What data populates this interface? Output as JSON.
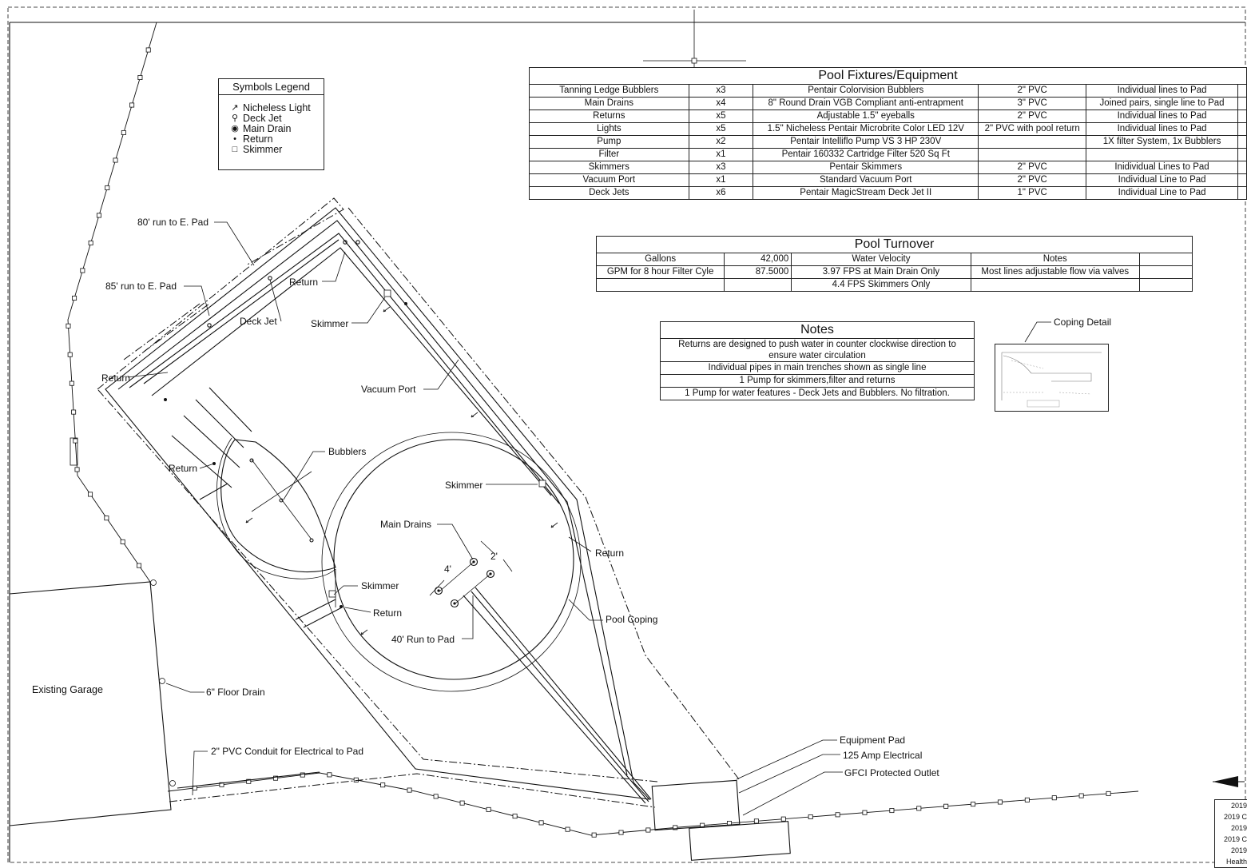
{
  "legend": {
    "title": "Symbols Legend",
    "items": [
      {
        "icon": "nicheless-light-icon",
        "label": "Nicheless Light"
      },
      {
        "icon": "deck-jet-icon",
        "label": "Deck Jet"
      },
      {
        "icon": "main-drain-icon",
        "label": "Main Drain"
      },
      {
        "icon": "return-icon",
        "label": "Return"
      },
      {
        "icon": "skimmer-icon",
        "label": "Skimmer"
      }
    ]
  },
  "fixtures": {
    "title": "Pool Fixtures/Equipment",
    "rows": [
      [
        "Tanning Ledge Bubblers",
        "x3",
        "Pentair Colorvision Bubblers",
        "2\" PVC",
        "Individual lines to Pad"
      ],
      [
        "Main Drains",
        "x4",
        "8\" Round Drain VGB Compliant anti-entrapment",
        "3\" PVC",
        "Joined pairs, single line to Pad"
      ],
      [
        "Returns",
        "x5",
        "Adjustable 1.5\" eyeballs",
        "2\" PVC",
        "Individual lines to Pad"
      ],
      [
        "Lights",
        "x5",
        "1.5\" Nicheless Pentair Microbrite Color LED 12V",
        "2\" PVC with pool return",
        "Individual lines to Pad"
      ],
      [
        "Pump",
        "x2",
        "Pentair Intelliflo Pump VS 3 HP 230V",
        "",
        "1X filter System, 1x Bubblers"
      ],
      [
        "Filter",
        "x1",
        "Pentair 160332 Cartridge Filter 520 Sq Ft",
        "",
        ""
      ],
      [
        "Skimmers",
        "x3",
        "Pentair Skimmers",
        "2\" PVC",
        "Inidividual Lines to Pad"
      ],
      [
        "Vacuum Port",
        "x1",
        "Standard Vacuum Port",
        "2\" PVC",
        "Individual Line to Pad"
      ],
      [
        "Deck Jets",
        "x6",
        "Pentair MagicStream Deck Jet II",
        "1\" PVC",
        "Individual Line to Pad"
      ]
    ]
  },
  "turnover": {
    "title": "Pool Turnover",
    "rows": [
      [
        "Gallons",
        "42,000",
        "Water Velocity",
        "Notes",
        ""
      ],
      [
        "GPM for 8 hour Filter Cyle",
        "87.5000",
        "3.97 FPS at Main Drain Only",
        "Most lines adjustable flow via valves",
        ""
      ],
      [
        "",
        "",
        "4.4 FPS Skimmers Only",
        "",
        ""
      ]
    ]
  },
  "notes": {
    "title": "Notes",
    "rows": [
      "Returns are designed to push water in counter clockwise direction to ensure water circulation",
      "Individual pipes in main trenches shown as single line",
      "1 Pump for skimmers,filter and returns",
      "1 Pump for water features - Deck Jets and Bubblers. No filtration."
    ]
  },
  "labels": {
    "coping_detail": "Coping Detail",
    "run80": "80' run to E. Pad",
    "run85": "85' run to E. Pad",
    "return": "Return",
    "deck_jet": "Deck Jet",
    "skimmer": "Skimmer",
    "vacuum_port": "Vacuum Port",
    "bubblers": "Bubblers",
    "main_drains": "Main Drains",
    "dim2": "2'",
    "dim4": "4'",
    "run40": "40' Run to Pad",
    "pool_coping": "Pool Coping",
    "existing_garage": "Existing Garage",
    "floor_drain": "6\" Floor Drain",
    "conduit": "2\" PVC Conduit for Electrical to Pad",
    "equipment_pad": "Equipment Pad",
    "electrical": "125 Amp Electrical",
    "gfci": "GFCI  Protected Outlet"
  },
  "titleblock": [
    "2019",
    "2019 C",
    "2019",
    "2019 C",
    "2019",
    "Health"
  ]
}
